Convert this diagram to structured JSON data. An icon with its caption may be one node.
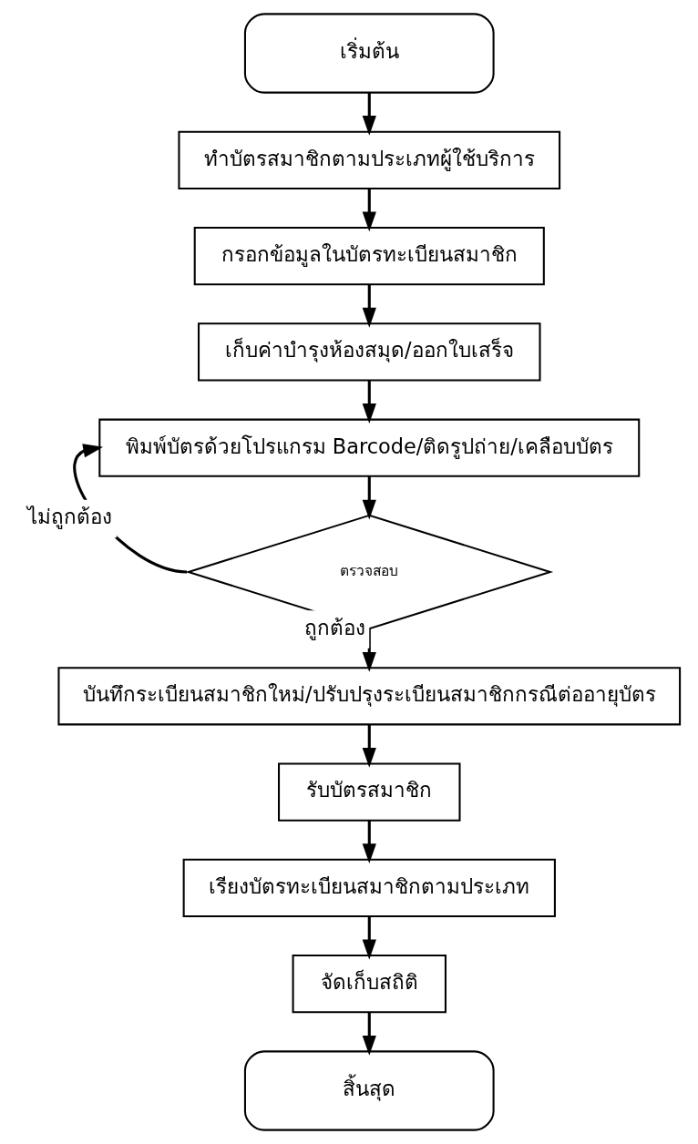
{
  "diagram": {
    "nodes": [
      {
        "text": [
          "เริ่มต้น"
        ]
      },
      {
        "text": [
          "ทำบัตรสมาชิกตามประเภทผู้ใช้บริการ"
        ]
      },
      {
        "text": [
          "กรอกข้อมูลในบัตรทะเบียนสมาชิก"
        ]
      },
      {
        "text": [
          "เก็บค่าบำรุงห้องสมุด/ออกใบเสร็จ"
        ]
      },
      {
        "text": [
          "พิมพ์บัตรด้วยโปรแกรม Barcode/ติดรูปถ่าย/เคลือบบัตร"
        ]
      },
      {
        "text": [
          "ตรวจสอบ"
        ]
      },
      {
        "text": [
          "บันทึกระเบียนสมาชิกใหม่/ปรับปรุงระเบียนสมาชิกกรณีต่ออายุบัตร"
        ]
      },
      {
        "text": [
          "รับบัตรสมาชิก"
        ]
      },
      {
        "text": [
          "เรียงบัตรทะเบียนสมาชิกตามประเภท"
        ]
      },
      {
        "text": [
          "จัดเก็บสถิติ"
        ]
      },
      {
        "text": [
          "สิ้นสุด"
        ]
      }
    ],
    "edges": [
      {
        "from": 0,
        "to": 1,
        "arrow": "to"
      },
      {
        "from": 1,
        "to": 2,
        "arrow": "to"
      },
      {
        "from": 2,
        "to": 3,
        "arrow": "to"
      },
      {
        "from": 3,
        "to": 4,
        "arrow": "to"
      },
      {
        "from": 4,
        "to": 5,
        "arrow": "to"
      },
      {
        "from": 5,
        "to": 4,
        "arrow": "to",
        "label": "ไม่ถูกต้อง"
      },
      {
        "from": 5,
        "to": 6,
        "arrow": "to",
        "label": "ถูกต้อง"
      },
      {
        "from": 6,
        "to": 7,
        "arrow": "to"
      },
      {
        "from": 7,
        "to": 8,
        "arrow": "to"
      },
      {
        "from": 8,
        "to": 9,
        "arrow": "to"
      },
      {
        "from": 9,
        "to": 10,
        "arrow": "to"
      }
    ]
  }
}
